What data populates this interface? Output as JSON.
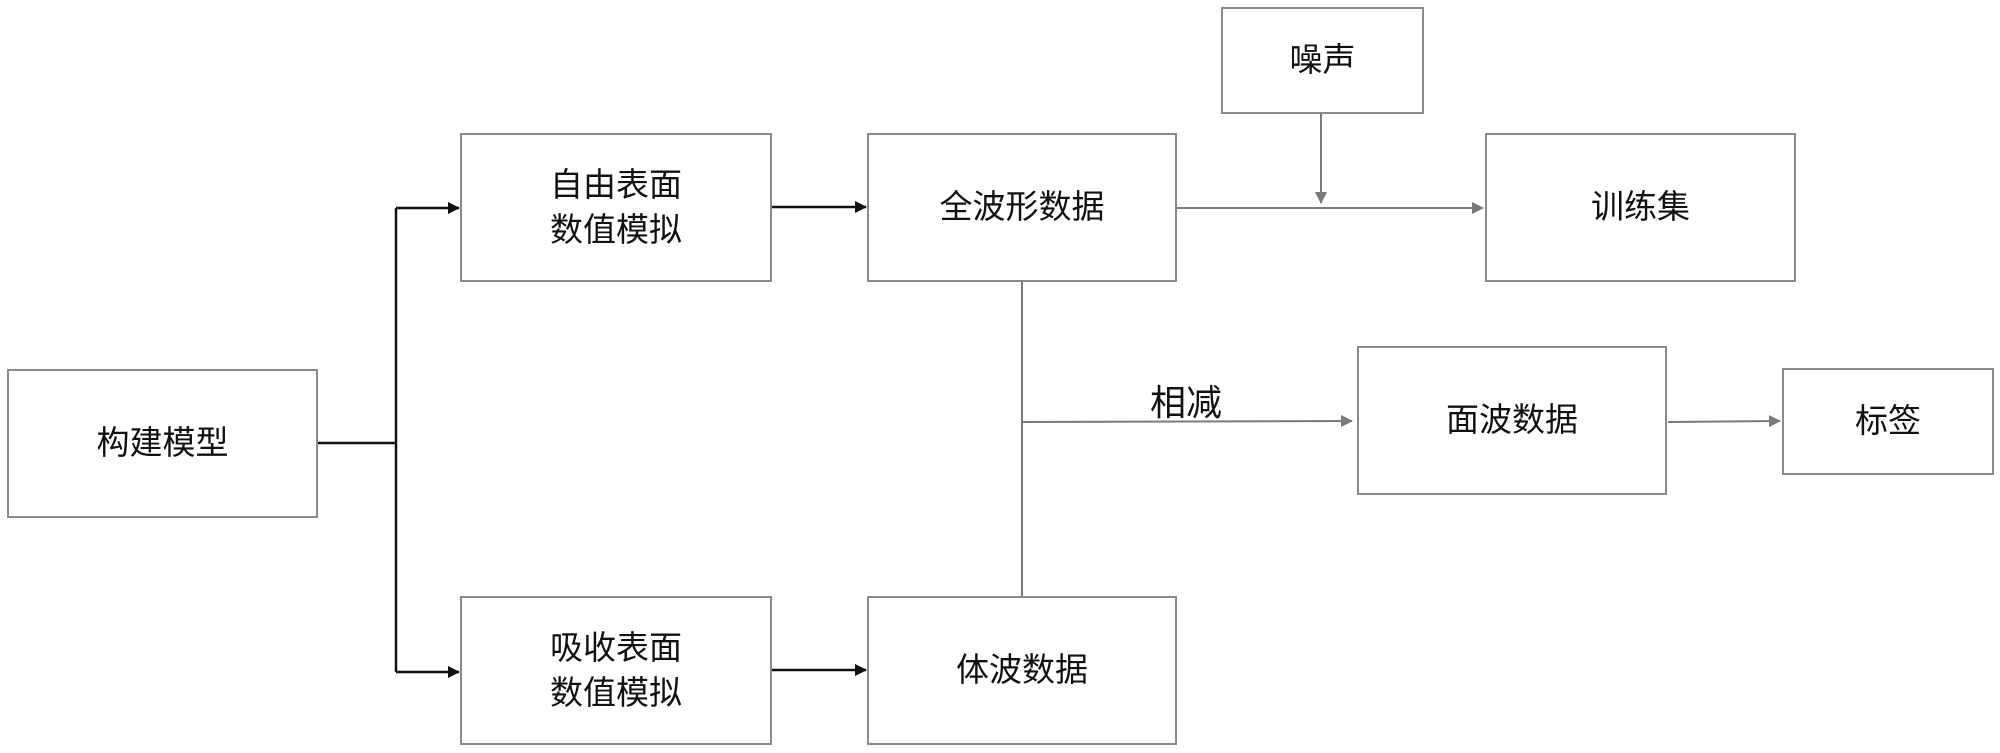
{
  "nodes": {
    "build_model": "构建模型",
    "free_surface": [
      "自由表面",
      "数值模拟"
    ],
    "absorb_surface": [
      "吸收表面",
      "数值模拟"
    ],
    "full_wave": "全波形数据",
    "body_wave": "体波数据",
    "noise": "噪声",
    "train_set": "训练集",
    "surface_wave": "面波数据",
    "label": "标签"
  },
  "edge_labels": {
    "subtract": "相减"
  },
  "colors": {
    "box_border": "#8a8a8a",
    "line_dark": "#111111",
    "line_gray": "#7a7a7a"
  }
}
